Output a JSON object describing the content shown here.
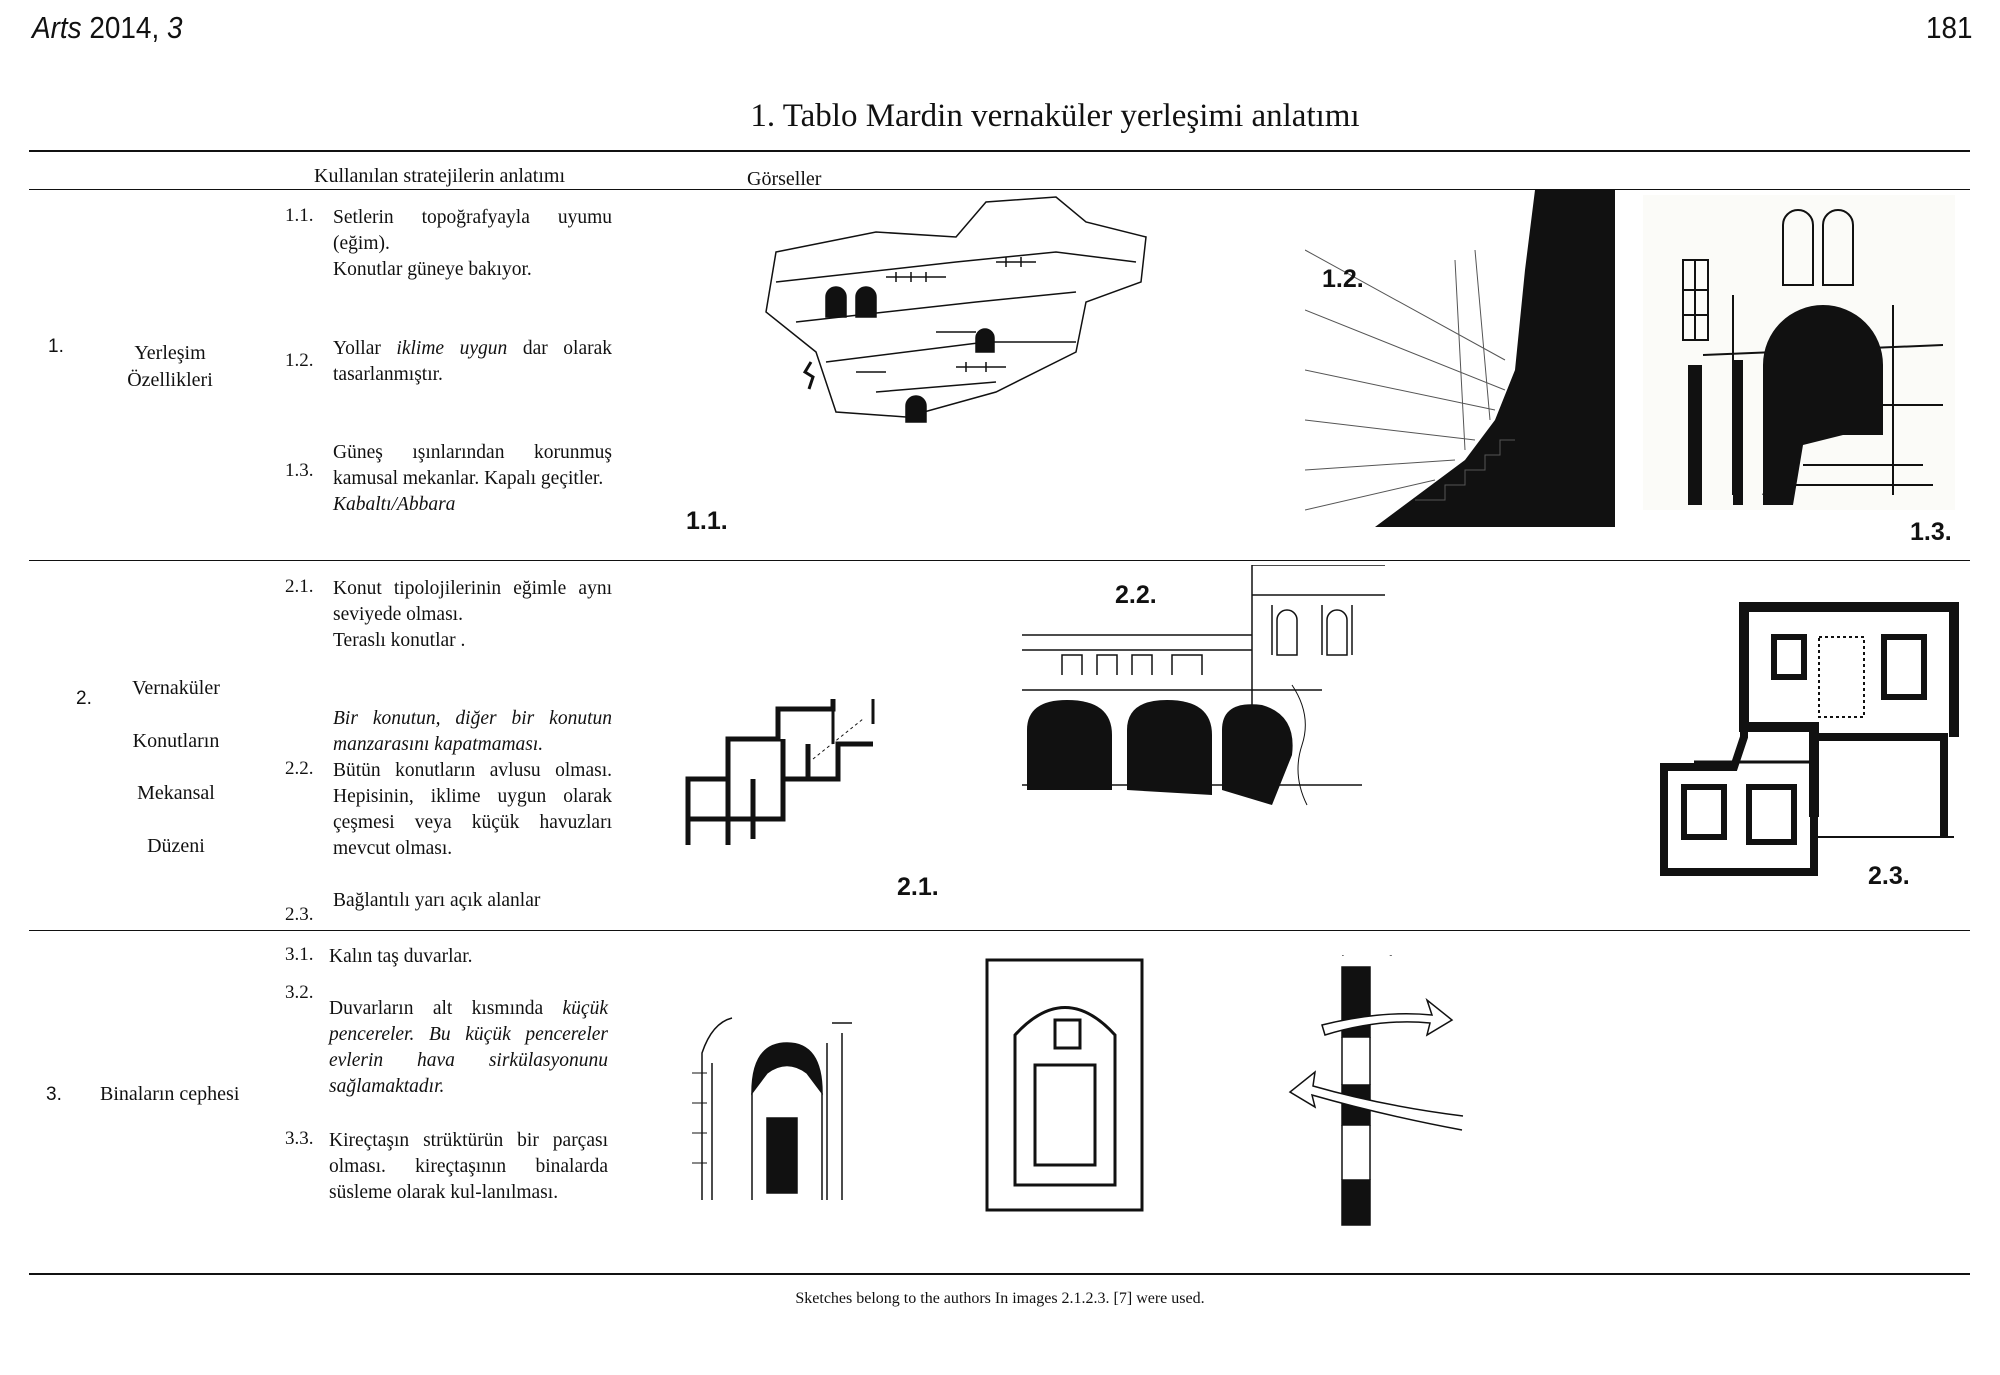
{
  "header": {
    "journal": "Arts",
    "year": "2014,",
    "volume": "3",
    "page": "181"
  },
  "table": {
    "title": "1. Tablo Mardin vernaküler yerleşimi anlatımı",
    "col_strategies": "Kullanılan stratejilerin anlatımı",
    "col_images": "Görseller",
    "rows": [
      {
        "num": "1.",
        "label": [
          "Yerleşim",
          "Özellikleri"
        ],
        "items": [
          {
            "num": "1.1.",
            "p": [
              [
                "Setlerin topoğrafyayla uyumu (eğim)."
              ],
              [
                "Konutlar güneye bakıyor."
              ]
            ]
          },
          {
            "num": "1.2.",
            "p": [
              [
                "Yollar ",
                "iklime uygun",
                " dar olarak tasarlanmıştır."
              ]
            ]
          },
          {
            "num": "1.3.",
            "p": [
              [
                "Güneş ışınlarından korunmuş kamusal mekanlar. Kapalı geçitler."
              ],
              [
                "Kabaltı/Abbara"
              ]
            ]
          }
        ],
        "figures": [
          "1.1.",
          "1.2.",
          "1.3."
        ]
      },
      {
        "num": "2.",
        "label": [
          "Vernaküler",
          "Konutların",
          "Mekansal",
          "Düzeni"
        ],
        "items": [
          {
            "num": "2.1.",
            "p": [
              [
                "Konut tipolojilerinin eğimle aynı seviyede olması."
              ],
              [
                "Teraslı konutlar ."
              ]
            ]
          },
          {
            "num": "2.2.",
            "p": [
              [
                "Bir konutun, diğer bir konutun manzarasını kapatmaması."
              ],
              [
                "Bütün konutların avlusu olması. Hepisinin, iklime uygun olarak çeşmesi veya küçük havuzları mevcut olması."
              ]
            ]
          },
          {
            "num": "2.3.",
            "p": [
              [
                "Bağlantılı yarı açık alanlar"
              ]
            ]
          }
        ],
        "figures": [
          "2.1.",
          "2.2.",
          "2.3."
        ]
      },
      {
        "num": "3.",
        "label": [
          "Binaların cephesi"
        ],
        "items": [
          {
            "num": "3.1.",
            "p": [
              [
                "Kalın taş duvarlar."
              ]
            ]
          },
          {
            "num": "3.2.",
            "p": [
              [
                "Duvarların alt kısmında ",
                "küçük pencereler. Bu küçük pencereler evlerin hava sirkülasyonunu sağlamaktadır."
              ]
            ]
          },
          {
            "num": "3.3.",
            "p": [
              [
                "Kireçtaşın strüktürün bir parçası olması. kireçtaşının binalarda süsleme olarak kul-lanılması."
              ]
            ]
          }
        ]
      }
    ],
    "footnote": "Sketches belong to the authors In images 2.1.2.3. [7] were used."
  }
}
